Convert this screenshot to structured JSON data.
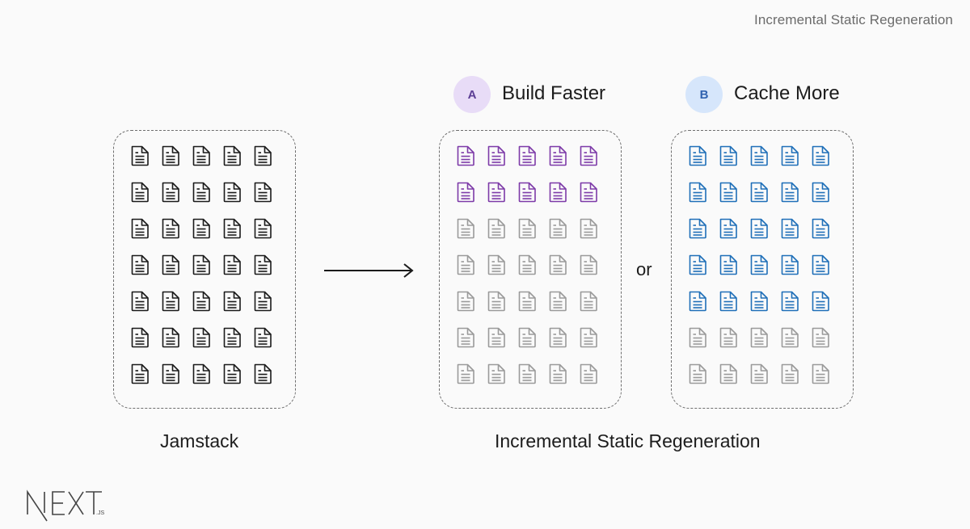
{
  "header": {
    "title": "Incremental Static Regeneration"
  },
  "jamstack": {
    "caption": "Jamstack",
    "docs": {
      "rows": 7,
      "cols": 5,
      "highlight_rows": 7,
      "highlight_color": "#1a1a1a"
    }
  },
  "arrow_icon": "right-arrow",
  "connector": "or",
  "isr": {
    "caption": "Incremental Static Regeneration",
    "option_a": {
      "badge": "A",
      "label": "Build Faster",
      "badge_bg": "#e8dcf7",
      "badge_color": "#5b3d94",
      "docs": {
        "rows": 7,
        "cols": 5,
        "highlight_rows": 2,
        "highlight_color": "#7d3aa8",
        "dim_color": "#9a9a9a"
      }
    },
    "option_b": {
      "badge": "B",
      "label": "Cache More",
      "badge_bg": "#d6e6fb",
      "badge_color": "#2f62b0",
      "docs": {
        "rows": 7,
        "cols": 5,
        "highlight_rows": 5,
        "highlight_color": "#1f6fb8",
        "dim_color": "#9a9a9a"
      }
    }
  },
  "logo": {
    "text": "NEXT",
    "suffix": ".JS",
    "icon": "nextjs-logo"
  }
}
